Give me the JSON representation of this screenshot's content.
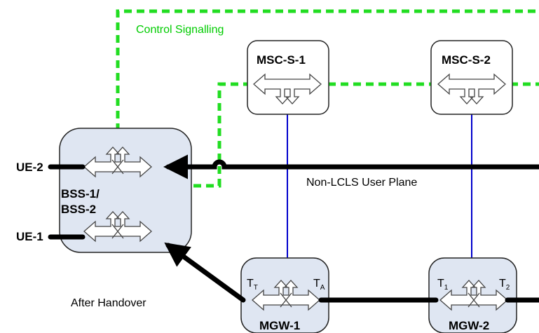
{
  "labels": {
    "control_signalling": "Control Signalling",
    "non_lcls": "Non-LCLS User Plane",
    "after_handover": "After Handover",
    "ue2": "UE-2",
    "ue1": "UE-1",
    "bss_line1": "BSS-1/",
    "bss_line2": "BSS-2",
    "msc1": "MSC-S-1",
    "msc2": "MSC-S-2",
    "mgw1": "MGW-1",
    "mgw2": "MGW-2"
  },
  "terminations": {
    "mgw1_left_base": "T",
    "mgw1_left_sub": "T",
    "mgw1_right_base": "T",
    "mgw1_right_sub": "A",
    "mgw2_left_base": "T",
    "mgw2_left_sub": "1",
    "mgw2_right_base": "T",
    "mgw2_right_sub": "2"
  },
  "colors": {
    "control": "#22dd22",
    "user_plane": "#000000",
    "link": "#0000cc",
    "bss_fill": "#dfe6f2"
  }
}
